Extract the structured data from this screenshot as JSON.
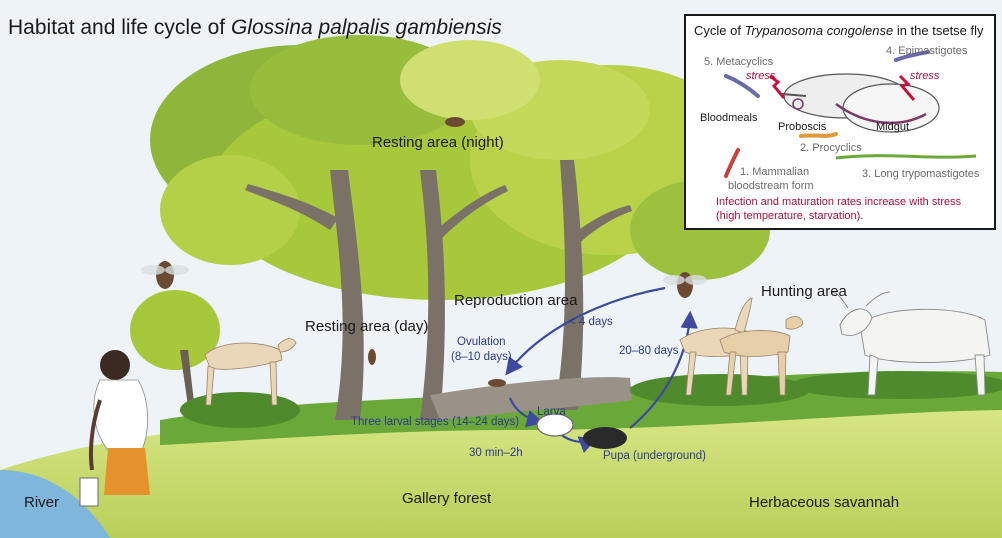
{
  "title": {
    "prefix": "Habitat and life cycle of ",
    "species": "Glossina palpalis gambiensis"
  },
  "scene_labels": {
    "resting_night": "Resting area (night)",
    "resting_day": "Resting area (day)",
    "reproduction": "Reproduction area",
    "hunting": "Hunting area",
    "river": "River",
    "gallery_forest": "Gallery forest",
    "savannah": "Herbaceous savannah"
  },
  "cycle_labels": {
    "lt4days": "< 4 days",
    "ovulation_line1": "Ovulation",
    "ovulation_line2": "(8–10 days)",
    "days_20_80": "20–80 days",
    "larva": "Larva",
    "three_larval": "Three larval stages (14–24 days)",
    "min30_2h": "30 min–2h",
    "pupa": "Pupa (underground)"
  },
  "inset": {
    "title_prefix": "Cycle of ",
    "title_species": "Trypanosoma congolense",
    "title_suffix": " in the tsetse fly",
    "metacyclics": "5. Metacyclics",
    "epimastigotes": "4. Epimastigotes",
    "stress": "stress",
    "bloodmeals": "Bloodmeals",
    "proboscis": "Proboscis",
    "midgut": "Midgut",
    "procyclics": "2. Procyclics",
    "mammalian_line1": "1. Mammalian",
    "mammalian_line2": "bloodstream form",
    "long_trypo": "3. Long trypomastigotes",
    "note_line1": "Infection and maturation rates increase with stress",
    "note_line2": "(high temperature, starvation)."
  },
  "colors": {
    "cycle_arrow": "#3d4a9e",
    "stress_red": "#b0103a",
    "river_blue": "#7fb6dc",
    "savannah_green": "#cfe07a",
    "canopy_green": "#a7c83a"
  }
}
